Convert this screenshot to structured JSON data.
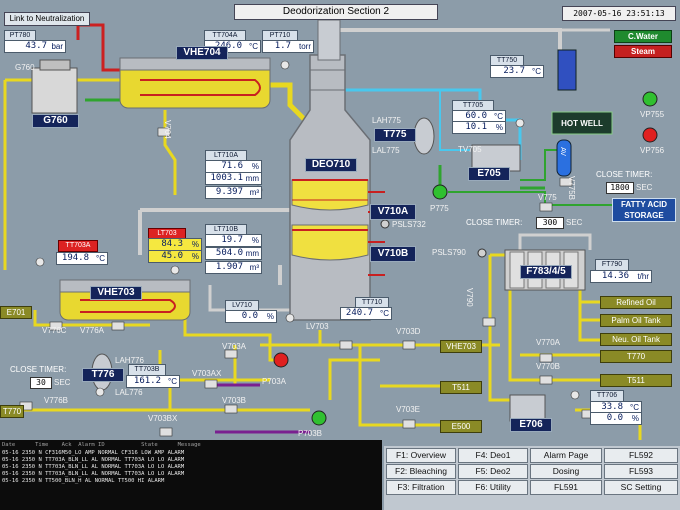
{
  "header": {
    "title": "Deodorization Section 2",
    "datetime": "2007-05-16 23:51:13",
    "link_button": "Link to Neutralization"
  },
  "tags": {
    "pt780": {
      "name": "PT780",
      "value": "43.7",
      "unit": "bar"
    },
    "tt704a": {
      "name": "TT704A",
      "value": "246.0",
      "unit": "°C"
    },
    "pt710": {
      "name": "PT710",
      "value": "1.7",
      "unit": "torr"
    },
    "tt750": {
      "name": "TT750",
      "value": "23.7",
      "unit": "°C"
    },
    "tt705": {
      "name": "TT705",
      "value1": "60.0",
      "unit1": "°C",
      "value2": "10.1",
      "unit2": "%"
    },
    "lt710a": {
      "name": "LT710A",
      "value1": "71.6",
      "unit1": "%",
      "value2": "1003.1",
      "unit2": "mm",
      "value3": "9.397",
      "unit3": "m³"
    },
    "lt703": {
      "name": "LT703",
      "value1": "84.3",
      "unit1": "%",
      "value2": "45.0",
      "unit2": "%"
    },
    "lt710b": {
      "name": "LT710B",
      "value1": "19.7",
      "unit1": "%",
      "value2": "504.0",
      "unit2": "mm",
      "value3": "1.907",
      "unit3": "m³"
    },
    "tt703a": {
      "name": "TT703A",
      "value": "194.8",
      "unit": "°C"
    },
    "lv710": {
      "name": "LV710",
      "value": "0.0",
      "unit": "%"
    },
    "tt710": {
      "name": "TT710",
      "value": "240.7",
      "unit": "°C"
    },
    "tt703b": {
      "name": "TT703B",
      "value": "161.2",
      "unit": "°C"
    },
    "ft790": {
      "name": "FT790",
      "value": "14.36",
      "unit": "t/hr"
    },
    "tt706": {
      "name": "TT706",
      "value1": "33.8",
      "unit1": "°C",
      "value2": "0.0",
      "unit2": "%"
    }
  },
  "equipment": {
    "g760": "G760",
    "vhe704": "VHE704",
    "deo710": "DEO710",
    "v710a": "V710A",
    "v710b": "V710B",
    "t775": "T775",
    "e705": "E705",
    "vhe703": "VHE703",
    "t776": "T776",
    "f783": "F783/4/5",
    "e706": "E706",
    "hot_well": "HOT WELL"
  },
  "labels": {
    "g760": "G760",
    "v704": "V704",
    "lah775": "LAH775",
    "lal775": "LAL775",
    "tv705": "TV705",
    "p775": "P775",
    "v775": "V775",
    "psls732": "PSLS732",
    "psls790": "PSLS790",
    "close_timer_1": "CLOSE TIMER:",
    "close_timer_1_unit": "SEC",
    "close_timer_2": "CLOSE TIMER:",
    "close_timer_2_unit": "SEC",
    "close_timer_3": "CLOSE TIMER:",
    "close_timer_3_unit": "SEC",
    "v775b": "V775B",
    "av": "AV",
    "vp755": "VP755",
    "vp756": "VP756",
    "e701": "E701",
    "v776c": "V776C",
    "v776a": "V776A",
    "lah776": "LAH776",
    "lal776": "LAL776",
    "v776b": "V776B",
    "v703a": "V703A",
    "v703ax": "V703AX",
    "p703a": "P703A",
    "v703b": "V703B",
    "p703b": "P703B",
    "v703bx": "V703BX",
    "lv703": "LV703",
    "v703d": "V703D",
    "v703e": "V703E",
    "v790": "V790",
    "v770a": "V770A",
    "v770b": "V770B"
  },
  "timers": {
    "t1": "1800",
    "t2": "300",
    "t3": "30"
  },
  "utilities": {
    "cwater": "C.Water",
    "steam": "Steam",
    "fatty_acid": "FATTY ACID STORAGE"
  },
  "destinations": {
    "refined": "Refined Oil",
    "palm": "Palm Oil Tank",
    "neu": "Neu. Oil Tank",
    "t770": "T770",
    "t511a": "T511",
    "vhe703": "VHE703",
    "t511b": "T511",
    "e500": "E500",
    "t770_left": "T770"
  },
  "alarm": {
    "headers": [
      "Date",
      "Time",
      "Ack",
      "Alarm ID",
      "State",
      "Message"
    ],
    "rows": [
      [
        "05-16",
        "2350",
        "N",
        "CF316M50_LO",
        "AMP NORMAL",
        "CF316 LOW AMP ALARM"
      ],
      [
        "05-16",
        "2350",
        "N",
        "TT703A_BLN_LL",
        "AL NORMAL",
        "TT703A LO LO ALARM"
      ],
      [
        "05-16",
        "2350",
        "N",
        "TT703A_BLN_LL",
        "AL NORMAL",
        "TT703A LO LO ALARM"
      ],
      [
        "05-16",
        "2350",
        "N",
        "TT703A_BLN_LL",
        "AL NORMAL",
        "TT703A LO LO ALARM"
      ],
      [
        "05-16",
        "2350",
        "N",
        "TT500_BLN_H",
        "AL NORMAL",
        "TT500 HI ALARM"
      ]
    ]
  },
  "fkeys": [
    [
      "F1: Overview",
      "F4: Deo1",
      "Alarm Page",
      "FL592"
    ],
    [
      "F2: Bleaching",
      "F5: Deo2",
      "Dosing",
      "FL593"
    ],
    [
      "F3: Filtration",
      "F6: Utility",
      "FL591",
      "SC Setting"
    ]
  ],
  "colors": {
    "pipe_yellow": "#e8d820",
    "pipe_cyan": "#4ad0f0",
    "pipe_gray": "#c8c8c8",
    "pipe_red": "#cc2020",
    "pipe_green": "#30a030",
    "pipe_purple": "#702080"
  }
}
